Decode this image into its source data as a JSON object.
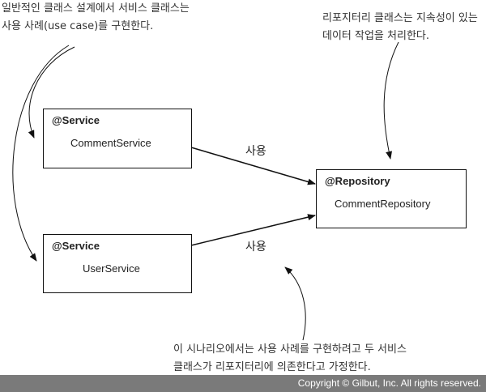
{
  "notes": {
    "top_left": [
      "일반적인 클래스 설계에서 서비스 클래스는",
      "사용 사례(use case)를 구현한다."
    ],
    "top_right": [
      "리포지터리 클래스는 지속성이 있는",
      "데이터 작업을 처리한다."
    ],
    "bottom": [
      "이 시나리오에서는 사용 사례를 구현하려고 두 서비스",
      "클래스가 리포지터리에 의존한다고 가정한다."
    ]
  },
  "boxes": {
    "comment_service": {
      "annotation": "@Service",
      "name": "CommentService"
    },
    "user_service": {
      "annotation": "@Service",
      "name": "UserService"
    },
    "comment_repository": {
      "annotation": "@Repository",
      "name": "CommentRepository"
    }
  },
  "edges": {
    "uses_1": "사용",
    "uses_2": "사용"
  },
  "footer": "Copyright © Gilbut, Inc. All rights reserved."
}
